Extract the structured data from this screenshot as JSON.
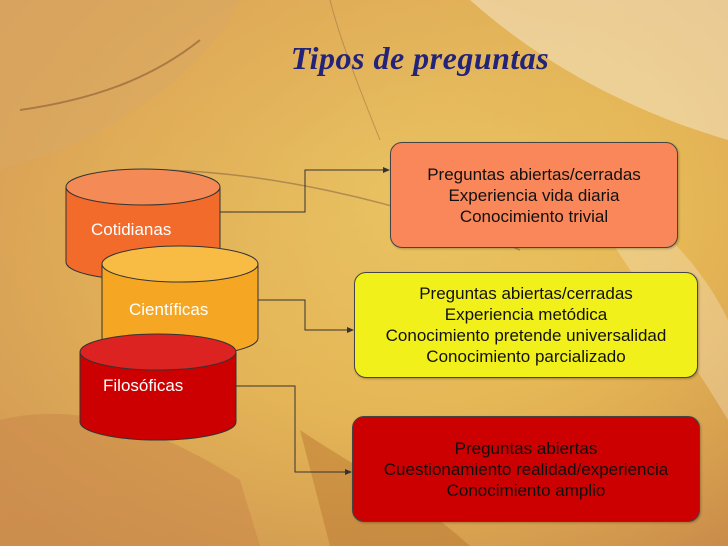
{
  "title": "Tipos de preguntas",
  "cylinders": [
    {
      "label": "Cotidianas",
      "color": "#f26b2b"
    },
    {
      "label": "Científicas",
      "color": "#f5a623"
    },
    {
      "label": "Filosóficas",
      "color": "#cc0000"
    }
  ],
  "boxes": [
    {
      "lines": [
        "Preguntas abiertas/cerradas",
        "Experiencia vida diaria",
        "Conocimiento trivial"
      ],
      "color": "#f9875a"
    },
    {
      "lines": [
        "Preguntas abiertas/cerradas",
        "Experiencia metódica",
        "Conocimiento pretende universalidad",
        "Conocimiento parcializado"
      ],
      "color": "#f2f01a"
    },
    {
      "lines": [
        "Preguntas abiertas",
        "Cuestionamiento realidad/experiencia",
        "Conocimiento amplio"
      ],
      "color": "#cc0000"
    }
  ]
}
